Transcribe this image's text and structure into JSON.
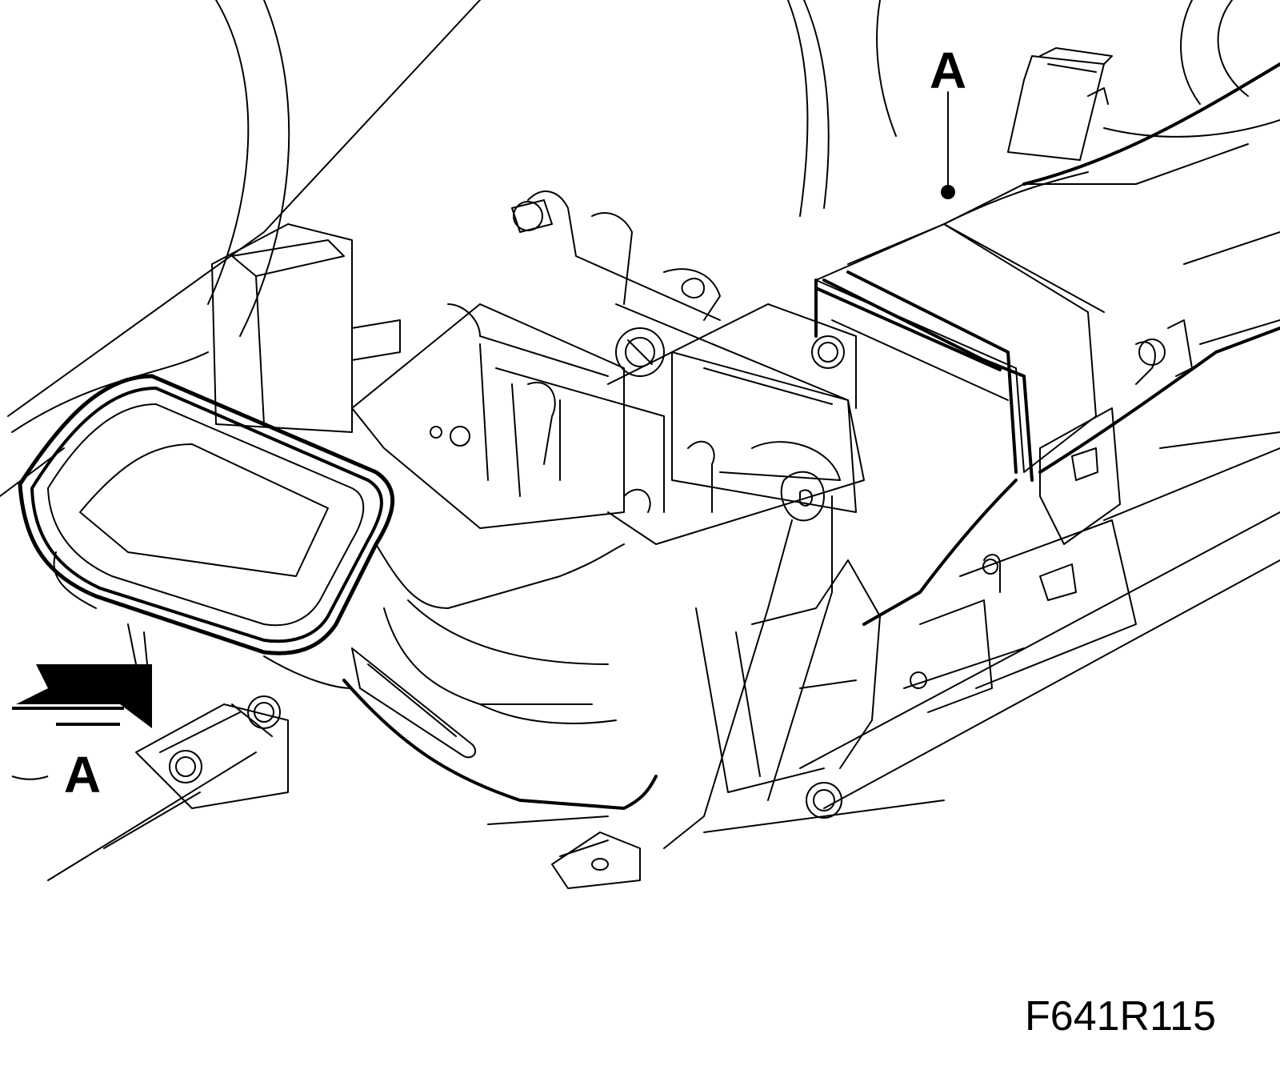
{
  "labels": {
    "callout_top": "A",
    "callout_left": "A"
  },
  "figure_code": "F641R115",
  "colors": {
    "line": "#000000",
    "background": "#ffffff"
  }
}
